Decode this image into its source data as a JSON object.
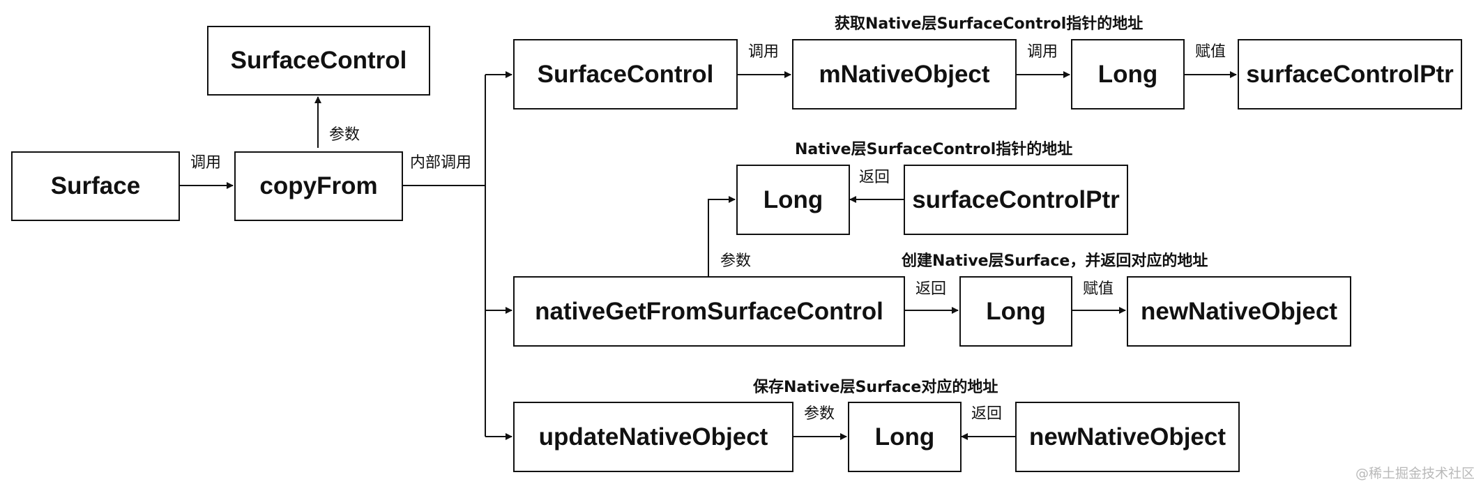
{
  "nodes": {
    "surface": "Surface",
    "copy_from": "copyFrom",
    "surface_control_param": "SurfaceControl",
    "surface_control": "SurfaceControl",
    "m_native_object": "mNativeObject",
    "long_1": "Long",
    "surface_control_ptr_1": "surfaceControlPtr",
    "long_2": "Long",
    "surface_control_ptr_2": "surfaceControlPtr",
    "native_get_from_surface_control": "nativeGetFromSurfaceControl",
    "long_3": "Long",
    "new_native_object_1": "newNativeObject",
    "update_native_object": "updateNativeObject",
    "long_4": "Long",
    "new_native_object_2": "newNativeObject"
  },
  "edge_labels": {
    "surface_to_copyfrom": "调用",
    "copyfrom_to_surfacecontrol": "参数",
    "copyfrom_internal": "内部调用",
    "sc_to_mnative": "调用",
    "mnative_to_long": "调用",
    "long_to_ptr": "赋值",
    "ptr_to_long": "返回",
    "native_to_long_param": "参数",
    "native_to_long_return": "返回",
    "long_to_newnative": "赋值",
    "update_to_long": "参数",
    "newnative_to_long": "返回"
  },
  "notes": {
    "row1": "获取Native层SurfaceControl指针的地址",
    "row2": "Native层SurfaceControl指针的地址",
    "row3": "创建Native层Surface，并返回对应的地址",
    "row4": "保存Native层Surface对应的地址"
  },
  "watermark": "@稀土掘金技术社区"
}
